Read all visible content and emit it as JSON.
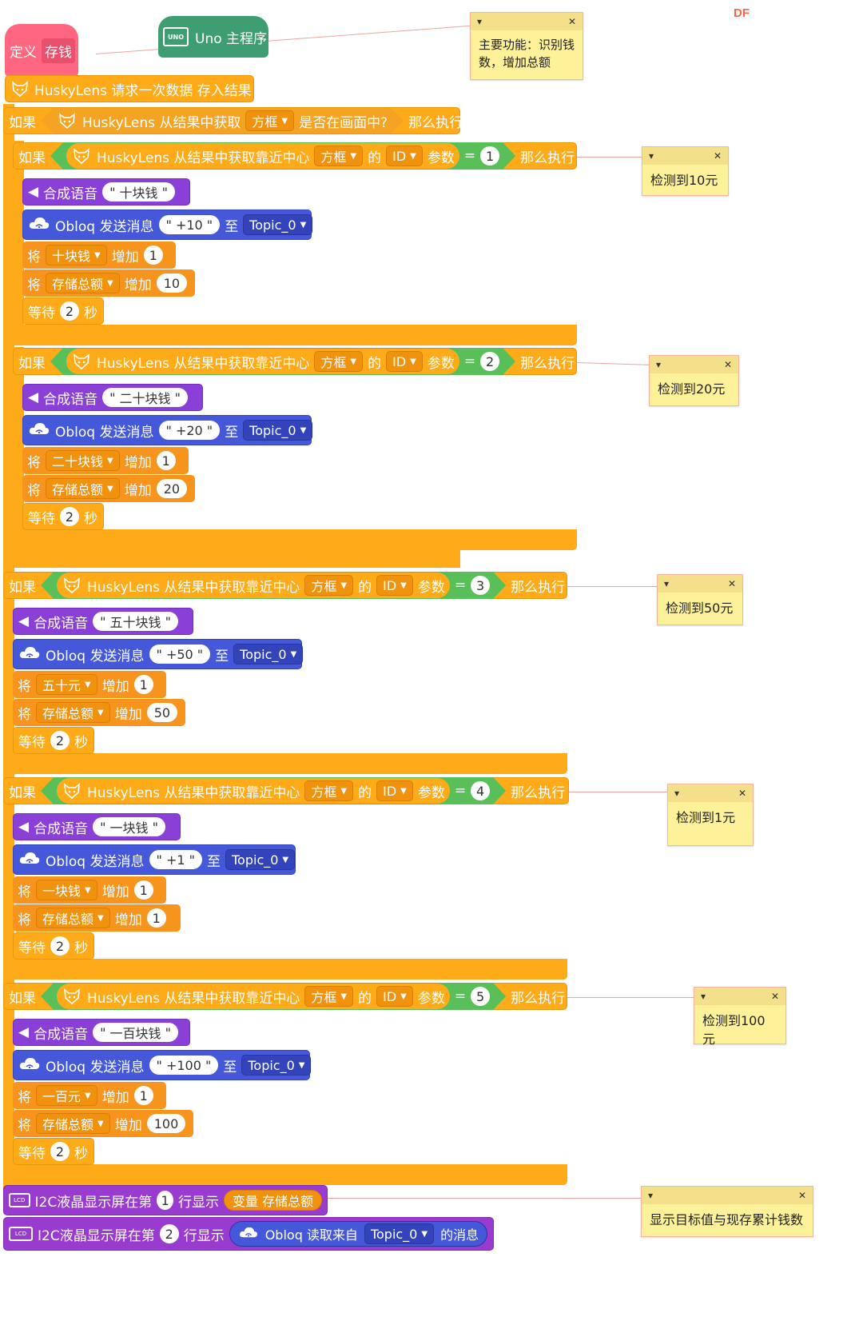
{
  "brand": "DF",
  "define": {
    "keyword": "定义",
    "name": "存钱"
  },
  "board": {
    "icon": "uno-board-icon",
    "chip": "UNO",
    "label": "Uno 主程序"
  },
  "request": "HuskyLens 请求一次数据 存入结果",
  "if_kw": "如果",
  "then_kw": "那么执行",
  "outer_if": {
    "prefix": "HuskyLens 从结果中获取",
    "dd": "方框",
    "suffix": "是否在画面中?"
  },
  "cond": {
    "prefix": "HuskyLens 从结果中获取靠近中心",
    "dd1": "方框",
    "of": "的",
    "dd2": "ID",
    "param": "参数",
    "eq": "="
  },
  "speak_kw": "合成语音",
  "obloq_kw": "Obloq 发送消息",
  "to_kw": "至",
  "topic": "Topic_0",
  "set_kw": "将",
  "add_kw": "增加",
  "total_var": "存储总额",
  "wait_kw": "等待",
  "wait_val": "2",
  "sec_kw": "秒",
  "groups": [
    {
      "id": "1",
      "speech": "十块钱",
      "msg": "+10",
      "var": "十块钱",
      "inc": "1",
      "total_inc": "10",
      "note": "检测到10元"
    },
    {
      "id": "2",
      "speech": "二十块钱",
      "msg": "+20",
      "var": "二十块钱",
      "inc": "1",
      "total_inc": "20",
      "note": "检测到20元"
    },
    {
      "id": "3",
      "speech": "五十块钱",
      "msg": "+50",
      "var": "五十元",
      "inc": "1",
      "total_inc": "50",
      "note": "检测到50元"
    },
    {
      "id": "4",
      "speech": "一块钱",
      "msg": "+1",
      "var": "一块钱",
      "inc": "1",
      "total_inc": "1",
      "note": "检测到1元"
    },
    {
      "id": "5",
      "speech": "一百块钱",
      "msg": "+100",
      "var": "一百元",
      "inc": "1",
      "total_inc": "100",
      "note": "检测到100元"
    }
  ],
  "lcd": {
    "prefix": "I2C液晶显示屏在第",
    "row_kw": "行显示",
    "row1": "1",
    "row2": "2",
    "var_kw": "变量",
    "var_name": "存储总额",
    "obloq_read": "Obloq 读取来自",
    "msg_kw": "的消息"
  },
  "notes": {
    "main": "主要功能：识别钱数，增加总额",
    "lcd": "显示目标值与现存累计钱数"
  }
}
